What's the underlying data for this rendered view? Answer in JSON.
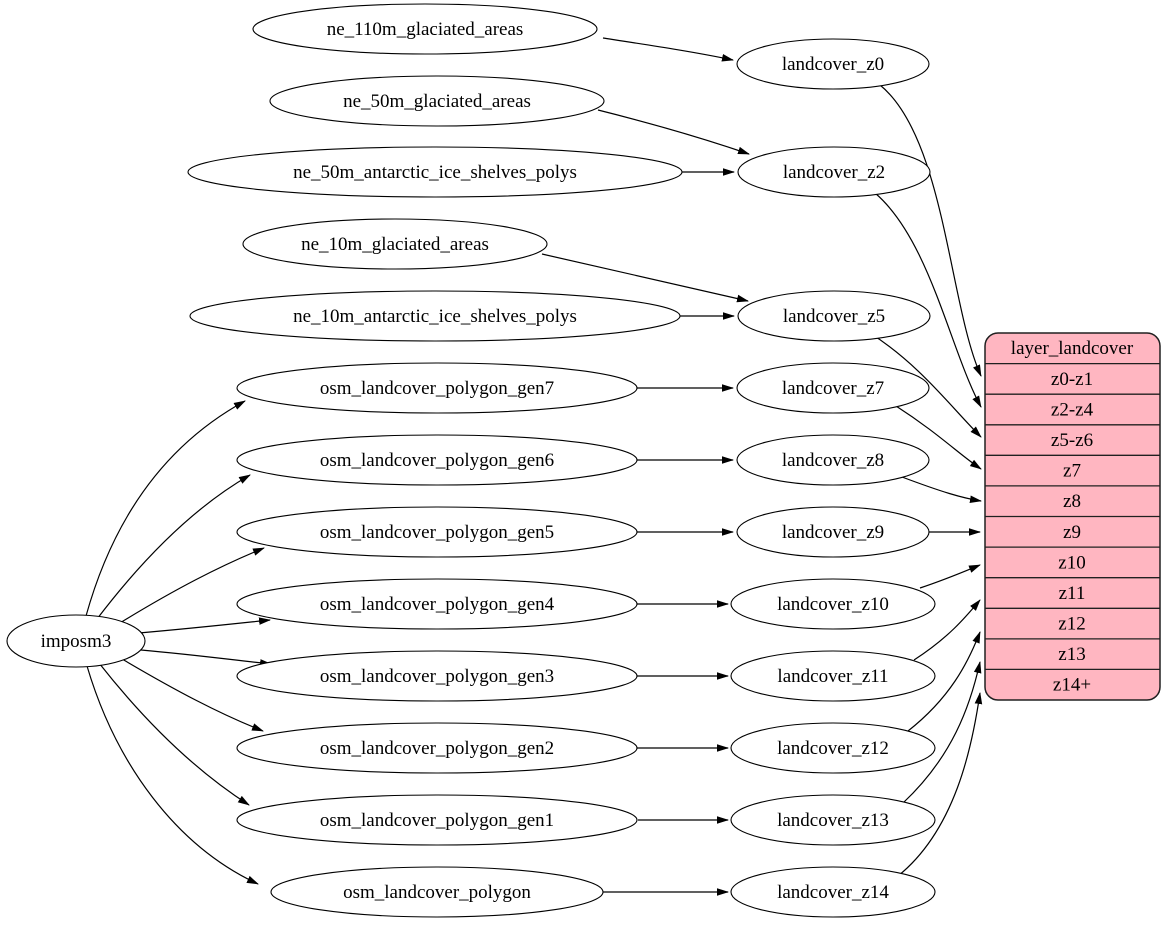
{
  "diagram_type": "graphviz-dependency-graph",
  "colors": {
    "background": "#ffffff",
    "node_fill": "#ffffff",
    "node_stroke": "#000000",
    "edge_color": "#000000",
    "record_fill": "#ffb6c1",
    "record_stroke": "#202020"
  },
  "nodes": {
    "imposm3": {
      "label": "imposm3"
    },
    "ne_110m_glaciated_areas": {
      "label": "ne_110m_glaciated_areas"
    },
    "ne_50m_glaciated_areas": {
      "label": "ne_50m_glaciated_areas"
    },
    "ne_50m_antarctic_ice_shelves_polys": {
      "label": "ne_50m_antarctic_ice_shelves_polys"
    },
    "ne_10m_glaciated_areas": {
      "label": "ne_10m_glaciated_areas"
    },
    "ne_10m_antarctic_ice_shelves_polys": {
      "label": "ne_10m_antarctic_ice_shelves_polys"
    },
    "osm_landcover_polygon_gen7": {
      "label": "osm_landcover_polygon_gen7"
    },
    "osm_landcover_polygon_gen6": {
      "label": "osm_landcover_polygon_gen6"
    },
    "osm_landcover_polygon_gen5": {
      "label": "osm_landcover_polygon_gen5"
    },
    "osm_landcover_polygon_gen4": {
      "label": "osm_landcover_polygon_gen4"
    },
    "osm_landcover_polygon_gen3": {
      "label": "osm_landcover_polygon_gen3"
    },
    "osm_landcover_polygon_gen2": {
      "label": "osm_landcover_polygon_gen2"
    },
    "osm_landcover_polygon_gen1": {
      "label": "osm_landcover_polygon_gen1"
    },
    "osm_landcover_polygon": {
      "label": "osm_landcover_polygon"
    },
    "landcover_z0": {
      "label": "landcover_z0"
    },
    "landcover_z2": {
      "label": "landcover_z2"
    },
    "landcover_z5": {
      "label": "landcover_z5"
    },
    "landcover_z7": {
      "label": "landcover_z7"
    },
    "landcover_z8": {
      "label": "landcover_z8"
    },
    "landcover_z9": {
      "label": "landcover_z9"
    },
    "landcover_z10": {
      "label": "landcover_z10"
    },
    "landcover_z11": {
      "label": "landcover_z11"
    },
    "landcover_z12": {
      "label": "landcover_z12"
    },
    "landcover_z13": {
      "label": "landcover_z13"
    },
    "landcover_z14": {
      "label": "landcover_z14"
    }
  },
  "record": {
    "title": "layer_landcover",
    "rows": [
      "z0-z1",
      "z2-z4",
      "z5-z6",
      "z7",
      "z8",
      "z9",
      "z10",
      "z11",
      "z12",
      "z13",
      "z14+"
    ]
  },
  "edges": [
    {
      "from": "ne_110m_glaciated_areas",
      "to": "landcover_z0"
    },
    {
      "from": "ne_50m_glaciated_areas",
      "to": "landcover_z2"
    },
    {
      "from": "ne_50m_antarctic_ice_shelves_polys",
      "to": "landcover_z2"
    },
    {
      "from": "ne_10m_glaciated_areas",
      "to": "landcover_z5"
    },
    {
      "from": "ne_10m_antarctic_ice_shelves_polys",
      "to": "landcover_z5"
    },
    {
      "from": "imposm3",
      "to": "osm_landcover_polygon_gen7"
    },
    {
      "from": "imposm3",
      "to": "osm_landcover_polygon_gen6"
    },
    {
      "from": "imposm3",
      "to": "osm_landcover_polygon_gen5"
    },
    {
      "from": "imposm3",
      "to": "osm_landcover_polygon_gen4"
    },
    {
      "from": "imposm3",
      "to": "osm_landcover_polygon_gen3"
    },
    {
      "from": "imposm3",
      "to": "osm_landcover_polygon_gen2"
    },
    {
      "from": "imposm3",
      "to": "osm_landcover_polygon_gen1"
    },
    {
      "from": "imposm3",
      "to": "osm_landcover_polygon"
    },
    {
      "from": "osm_landcover_polygon_gen7",
      "to": "landcover_z7"
    },
    {
      "from": "osm_landcover_polygon_gen6",
      "to": "landcover_z8"
    },
    {
      "from": "osm_landcover_polygon_gen5",
      "to": "landcover_z9"
    },
    {
      "from": "osm_landcover_polygon_gen4",
      "to": "landcover_z10"
    },
    {
      "from": "osm_landcover_polygon_gen3",
      "to": "landcover_z11"
    },
    {
      "from": "osm_landcover_polygon_gen2",
      "to": "landcover_z12"
    },
    {
      "from": "osm_landcover_polygon_gen1",
      "to": "landcover_z13"
    },
    {
      "from": "osm_landcover_polygon",
      "to": "landcover_z14"
    },
    {
      "from": "landcover_z0",
      "to": "layer_landcover.z0-z1"
    },
    {
      "from": "landcover_z2",
      "to": "layer_landcover.z2-z4"
    },
    {
      "from": "landcover_z5",
      "to": "layer_landcover.z5-z6"
    },
    {
      "from": "landcover_z7",
      "to": "layer_landcover.z7"
    },
    {
      "from": "landcover_z8",
      "to": "layer_landcover.z8"
    },
    {
      "from": "landcover_z9",
      "to": "layer_landcover.z9"
    },
    {
      "from": "landcover_z10",
      "to": "layer_landcover.z10"
    },
    {
      "from": "landcover_z11",
      "to": "layer_landcover.z11"
    },
    {
      "from": "landcover_z12",
      "to": "layer_landcover.z12"
    },
    {
      "from": "landcover_z13",
      "to": "layer_landcover.z13"
    },
    {
      "from": "landcover_z14",
      "to": "layer_landcover.z14+"
    }
  ]
}
